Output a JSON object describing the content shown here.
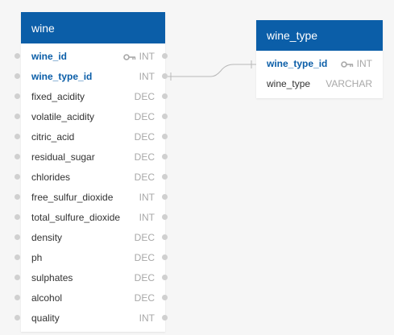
{
  "tables": {
    "wine": {
      "name": "wine",
      "columns": [
        {
          "name": "wine_id",
          "type": "INT",
          "key": "pk"
        },
        {
          "name": "wine_type_id",
          "type": "INT",
          "key": "fk"
        },
        {
          "name": "fixed_acidity",
          "type": "DEC",
          "key": ""
        },
        {
          "name": "volatile_acidity",
          "type": "DEC",
          "key": ""
        },
        {
          "name": "citric_acid",
          "type": "DEC",
          "key": ""
        },
        {
          "name": "residual_sugar",
          "type": "DEC",
          "key": ""
        },
        {
          "name": "chlorides",
          "type": "DEC",
          "key": ""
        },
        {
          "name": "free_sulfur_dioxide",
          "type": "INT",
          "key": ""
        },
        {
          "name": "total_sulfure_dioxide",
          "type": "INT",
          "key": ""
        },
        {
          "name": "density",
          "type": "DEC",
          "key": ""
        },
        {
          "name": "ph",
          "type": "DEC",
          "key": ""
        },
        {
          "name": "sulphates",
          "type": "DEC",
          "key": ""
        },
        {
          "name": "alcohol",
          "type": "DEC",
          "key": ""
        },
        {
          "name": "quality",
          "type": "INT",
          "key": ""
        }
      ]
    },
    "wine_type": {
      "name": "wine_type",
      "columns": [
        {
          "name": "wine_type_id",
          "type": "INT",
          "key": "pk"
        },
        {
          "name": "wine_type",
          "type": "VARCHAR",
          "key": ""
        }
      ]
    }
  },
  "relationships": [
    {
      "from": "wine.wine_type_id",
      "to": "wine_type.wine_type_id",
      "from_cardinality": "one",
      "to_cardinality": "one"
    }
  ],
  "colors": {
    "header": "#0b5ea8",
    "key_column": "#0b5ea8",
    "type_text": "#a8a8a8",
    "connector": "#b8b8b8"
  },
  "icons": {
    "primary_key": "key-icon"
  }
}
